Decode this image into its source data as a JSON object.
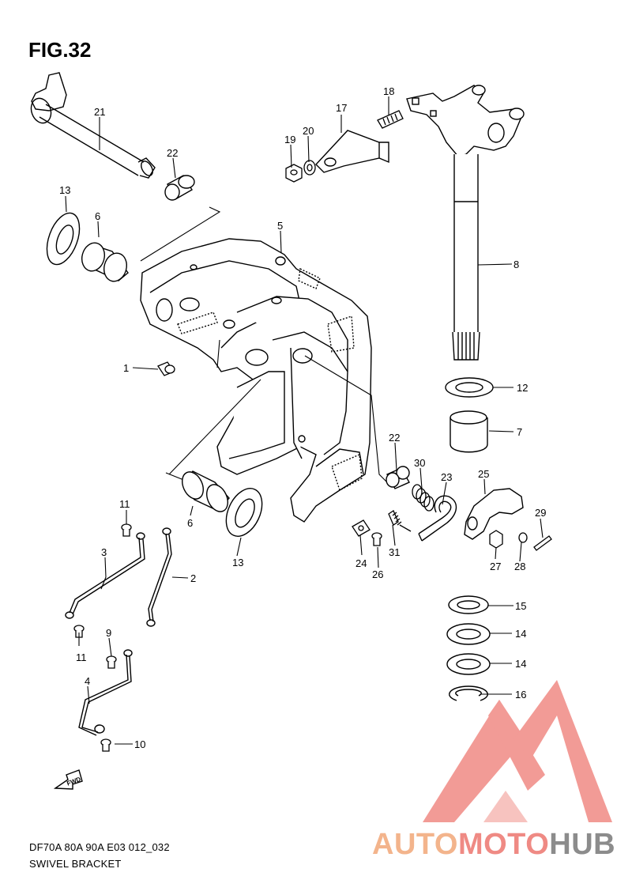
{
  "figure": {
    "title": "FIG.32",
    "code": "DF70A 80A 90A E03 012_032",
    "name": "SWIVEL BRACKET"
  },
  "fwd_label": "FWD",
  "callouts": [
    "1",
    "2",
    "3",
    "4",
    "5",
    "6",
    "6",
    "7",
    "8",
    "9",
    "10",
    "11",
    "11",
    "12",
    "13",
    "13",
    "14",
    "14",
    "15",
    "16",
    "17",
    "18",
    "19",
    "20",
    "21",
    "22",
    "22",
    "23",
    "24",
    "25",
    "26",
    "27",
    "28",
    "29",
    "30",
    "31"
  ],
  "watermark": {
    "part1": "AUTO",
    "part2": "MOTO",
    "part3": "HUB",
    "colors": {
      "orange": "#f3b48c",
      "red": "#ef8a84",
      "gray": "#8c8c8c"
    }
  }
}
